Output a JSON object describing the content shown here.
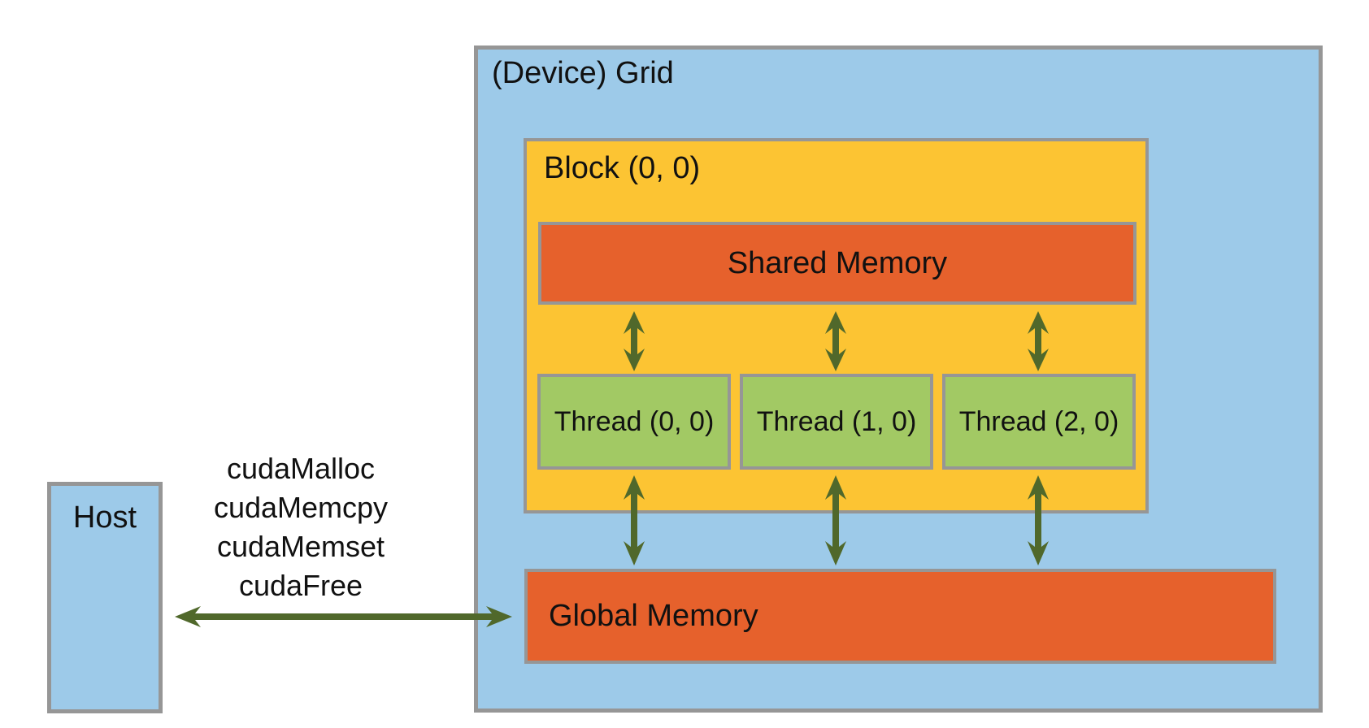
{
  "colors": {
    "background": "#FFFFFF",
    "grid_fill": "#9DCAE9",
    "block_fill": "#FCC433",
    "memory_fill": "#E6612C",
    "thread_fill": "#A2C964",
    "arrow": "#50682B",
    "border": "#969696",
    "text": "#111111"
  },
  "diagram": {
    "grid": {
      "label": "(Device) Grid"
    },
    "block": {
      "label": "Block (0, 0)"
    },
    "shared_memory": {
      "label": "Shared Memory"
    },
    "threads": [
      {
        "label": "Thread (0, 0)"
      },
      {
        "label": "Thread (1, 0)"
      },
      {
        "label": "Thread (2, 0)"
      }
    ],
    "global_memory": {
      "label": "Global Memory"
    },
    "host": {
      "label": "Host"
    },
    "api_calls": [
      "cudaMalloc",
      "cudaMemcpy",
      "cudaMemset",
      "cudaFree"
    ]
  }
}
